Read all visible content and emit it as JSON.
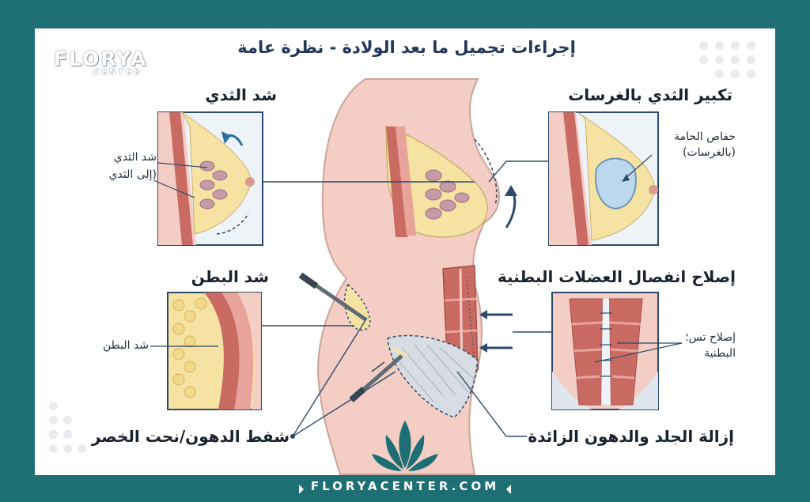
{
  "logo": {
    "name": "FLORYA",
    "sub": "CENTER"
  },
  "title": "إجراءات تجميل ما بعد الولادة - نظرة عامة",
  "sections": {
    "breast_lift": {
      "heading": "شد الثدي",
      "label_1": "شد الثدي",
      "label_2": "(إلى الثدي"
    },
    "breast_aug": {
      "heading": "تكبير الثدي بالغرسات",
      "label_1": "حفاص الحامة",
      "label_2": "(بالغرسات)"
    },
    "tummy_tuck": {
      "heading": "شد البطن",
      "label": "شد البطن"
    },
    "diastasis": {
      "heading": "إصلاح انفصال العضلات البطنية",
      "label_1": "إصلاح تس؛",
      "label_2": "البطنية"
    },
    "liposuction": {
      "heading": "شفط الدهون/نحت الخصر"
    },
    "skin_removal": {
      "heading": "إزالة الجلد والدهون الزائدة"
    }
  },
  "footer": {
    "website": "FLORYACENTER.COM"
  },
  "colors": {
    "frame": "#1d6f74",
    "card": "#ffffff",
    "skin": "#f4cdc5",
    "fat": "#f6e3a3",
    "muscle": "#c96b63",
    "leader": "#2d4a6a"
  }
}
